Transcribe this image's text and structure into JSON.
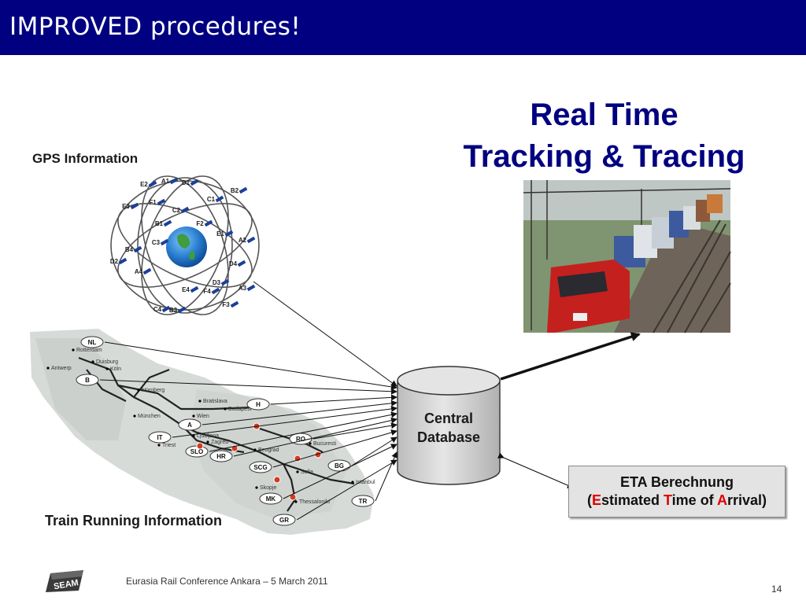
{
  "header": {
    "title": "IMPROVED procedures!"
  },
  "headline": {
    "line1": "Real Time",
    "line2": "Tracking & Tracing"
  },
  "gps": {
    "label": "GPS Information",
    "satellites": [
      "E2",
      "A1",
      "D1",
      "B2",
      "E3",
      "F1",
      "C2",
      "C1",
      "B1",
      "F2",
      "E1",
      "A2",
      "B4",
      "C3",
      "D2",
      "A4",
      "D4",
      "D3",
      "E4",
      "F4",
      "A3",
      "C4",
      "B3",
      "F3"
    ]
  },
  "map": {
    "label": "Train Running Information",
    "countries": [
      "NL",
      "B",
      "H",
      "A",
      "IT",
      "SLO",
      "HR",
      "RO",
      "SCG",
      "BG",
      "MK",
      "TR",
      "GR"
    ],
    "cities": [
      "Rotterdam",
      "Antwerp",
      "Duisburg",
      "Köln",
      "Nürnberg",
      "Bratislava",
      "Wien",
      "München",
      "Budapest",
      "Ljubljana",
      "Zagreb",
      "Triest",
      "Beograd",
      "Bucuresti",
      "Sofia",
      "Istanbul",
      "Skopje",
      "Thessaloniki"
    ]
  },
  "database": {
    "line1": "Central",
    "line2": "Database"
  },
  "eta": {
    "line1_a": "ETA ",
    "line1_b": "B",
    "line1_c": "erechnung",
    "open": "(",
    "e": "E",
    "stimated": "stimated ",
    "t": "T",
    "ime": "ime of ",
    "a": "A",
    "rrival": "rrival)"
  },
  "footer": {
    "text": "Eurasia Rail Conference Ankara – 5 March 2011",
    "logo_text": "SEAM",
    "page": "14"
  },
  "colors": {
    "header_bg": "#000080",
    "title": "#000080",
    "accent_red": "#e00000"
  }
}
